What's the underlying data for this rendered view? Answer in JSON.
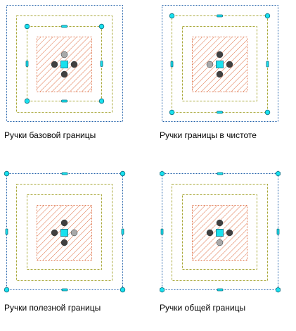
{
  "colors": {
    "outer_boundary": "#1f5fa8",
    "middle_boundary": "#a9a83a",
    "inner_boundary": "#c8a030",
    "hatch": "#e07850",
    "grip_fill": "#19e1ee",
    "grip_stroke": "#0a6d80",
    "dark_grip": "#404040",
    "light_grip": "#a8a8a8"
  },
  "panels": [
    {
      "caption": "Ручки базовой границы",
      "active": "base",
      "light_grip": "top"
    },
    {
      "caption": "Ручки границы в чистоте",
      "active": "clear",
      "light_grip": "left"
    },
    {
      "caption": "Ручки полезной границы",
      "active": "usable",
      "light_grip": "right"
    },
    {
      "caption": "Ручки общей границы",
      "active": "gross",
      "light_grip": "bottom"
    }
  ]
}
